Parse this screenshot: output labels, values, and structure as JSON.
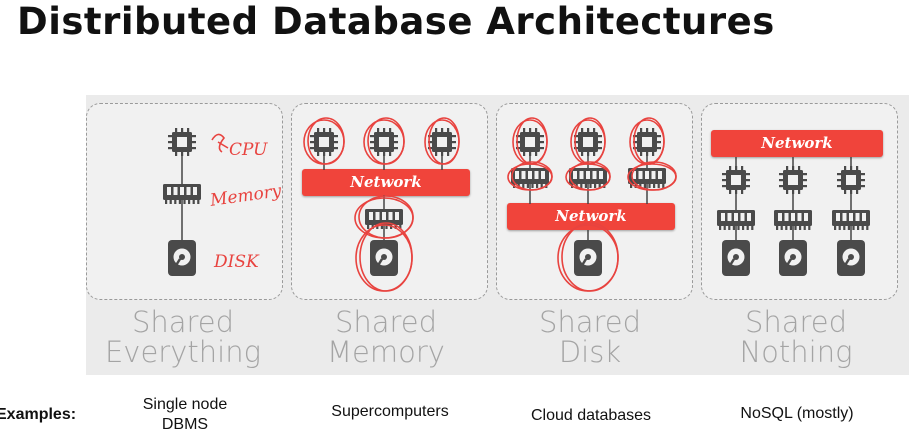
{
  "title": "Distributed Database Architectures",
  "architectures": [
    {
      "label_line1": "Shared",
      "label_line2": "Everything"
    },
    {
      "label_line1": "Shared",
      "label_line2": "Memory"
    },
    {
      "label_line1": "Shared",
      "label_line2": "Disk"
    },
    {
      "label_line1": "Shared",
      "label_line2": "Nothing"
    }
  ],
  "network_label": "Network",
  "annotations": {
    "cpu": "CPU",
    "memory": "Memory",
    "disk": "DISK"
  },
  "examples": {
    "label": "Examples:",
    "items": [
      {
        "line1": "Single node",
        "line2": "DBMS"
      },
      {
        "line1": "Supercomputers",
        "line2": ""
      },
      {
        "line1": "Cloud databases",
        "line2": ""
      },
      {
        "line1": "NoSQL (mostly)",
        "line2": ""
      }
    ]
  },
  "colors": {
    "network": "#f0443b",
    "chip": "#4a4a4a",
    "ink": "#e8433f",
    "label": "#a4a4a4"
  },
  "icons": [
    "cpu-icon",
    "memory-icon",
    "disk-icon"
  ]
}
